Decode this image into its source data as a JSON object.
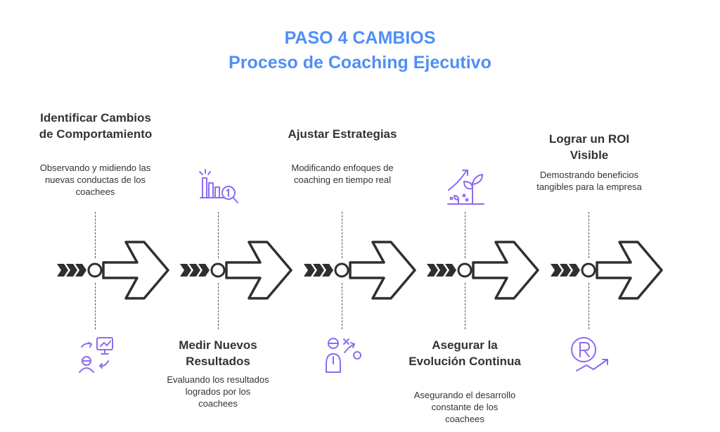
{
  "title": {
    "line1": "PASO 4 CAMBIOS",
    "line2": "Proceso de Coaching Ejecutivo"
  },
  "steps": [
    {
      "title": "Identificar Cambios de Comportamiento",
      "description": "Observando y midiendo las nuevas conductas de los coachees",
      "icon": "behavior-monitor-icon",
      "position": "top"
    },
    {
      "title": "Medir Nuevos Resultados",
      "description": "Evaluando los resultados logrados por los coachees",
      "icon": "bar-chart-magnifier-icon",
      "position": "bottom"
    },
    {
      "title": "Ajustar Estrategias",
      "description": "Modificando enfoques de coaching en tiempo real",
      "icon": "strategy-play-icon",
      "position": "top"
    },
    {
      "title": "Asegurar la Evolución Continua",
      "description": "Asegurando el desarrollo constante de los coachees",
      "icon": "growth-plant-icon",
      "position": "bottom"
    },
    {
      "title": "Lograr un ROI Visible",
      "description": "Demostrando beneficios tangibles para la empresa",
      "icon": "roi-trend-icon",
      "position": "top"
    }
  ],
  "colors": {
    "title": "#4f8ff7",
    "icon": "#8b6cf0",
    "text": "#333333",
    "arrow": "#2f2f2f"
  }
}
